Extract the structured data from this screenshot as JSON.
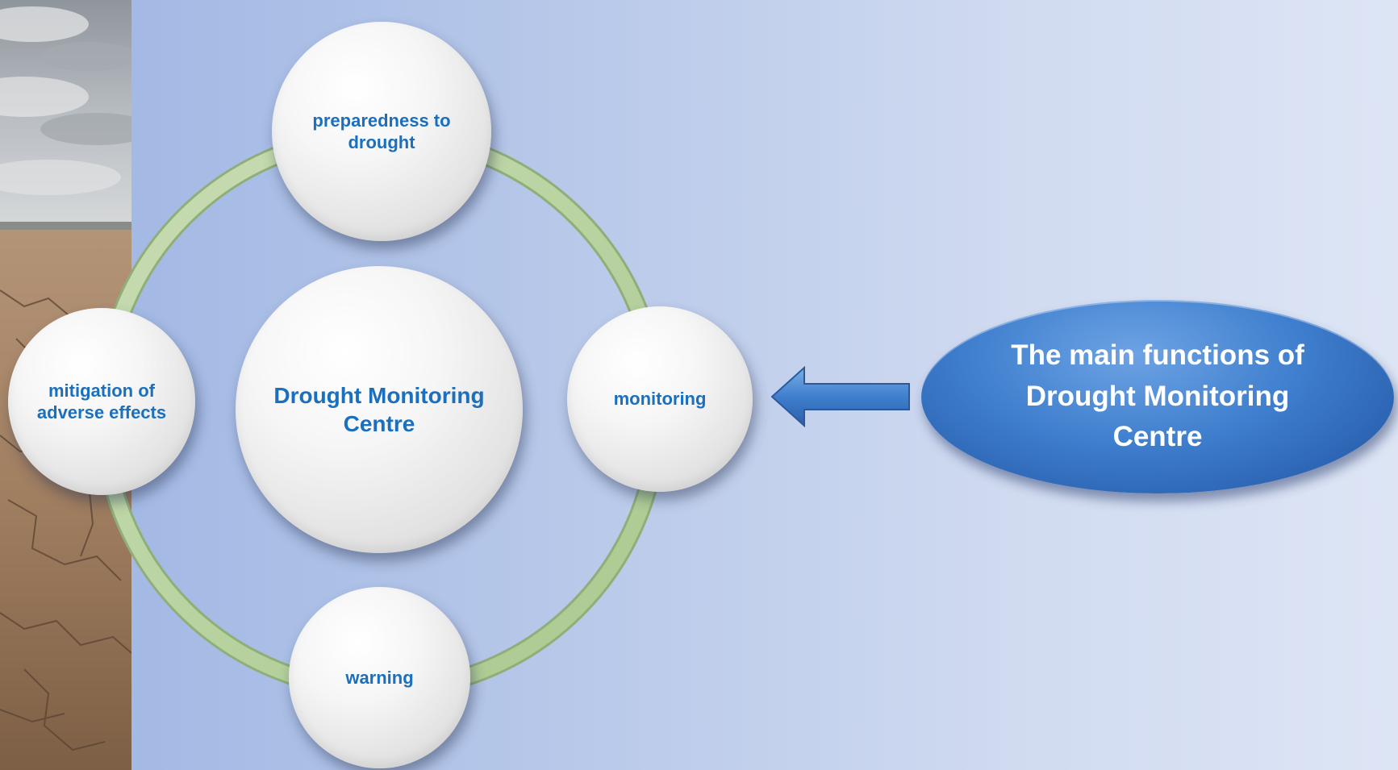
{
  "diagram": {
    "center_node": "Drought Monitoring Centre",
    "nodes": {
      "top": "preparedness to drought",
      "left": "mitigation of adverse effects",
      "right": "monitoring",
      "bottom": "warning"
    },
    "title": "The main functions of Drought Monitoring Centre"
  },
  "colors": {
    "background_left": "#9db5e3",
    "background_right": "#dde5f5",
    "node_text": "#1a6fbe",
    "ring": "#b9d3a0",
    "arrow": "#3f7fce",
    "ellipse": "#2f6bbd",
    "ellipse_text": "#ffffff"
  },
  "icons": {
    "arrow": "left-arrow-icon",
    "photo": "dry-cracked-earth-photo"
  }
}
